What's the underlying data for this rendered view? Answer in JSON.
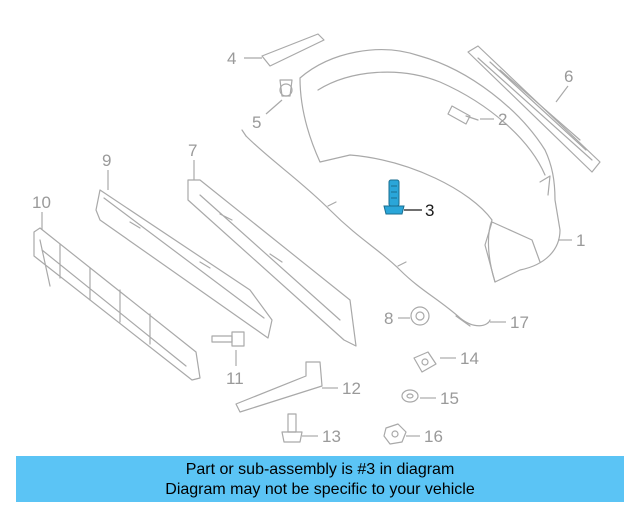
{
  "callouts": {
    "c1": "1",
    "c2": "2",
    "c3": "3",
    "c4": "4",
    "c5": "5",
    "c6": "6",
    "c7": "7",
    "c8": "8",
    "c9": "9",
    "c10": "10",
    "c11": "11",
    "c12": "12",
    "c13": "13",
    "c14": "14",
    "c15": "15",
    "c16": "16",
    "c17": "17"
  },
  "highlight": {
    "part": "3",
    "color": "#2aa6d9"
  },
  "banner": {
    "line1": "Part or sub-assembly is #3 in diagram",
    "line2": "Diagram may not be specific to your vehicle",
    "background": "#5bc4f5"
  }
}
